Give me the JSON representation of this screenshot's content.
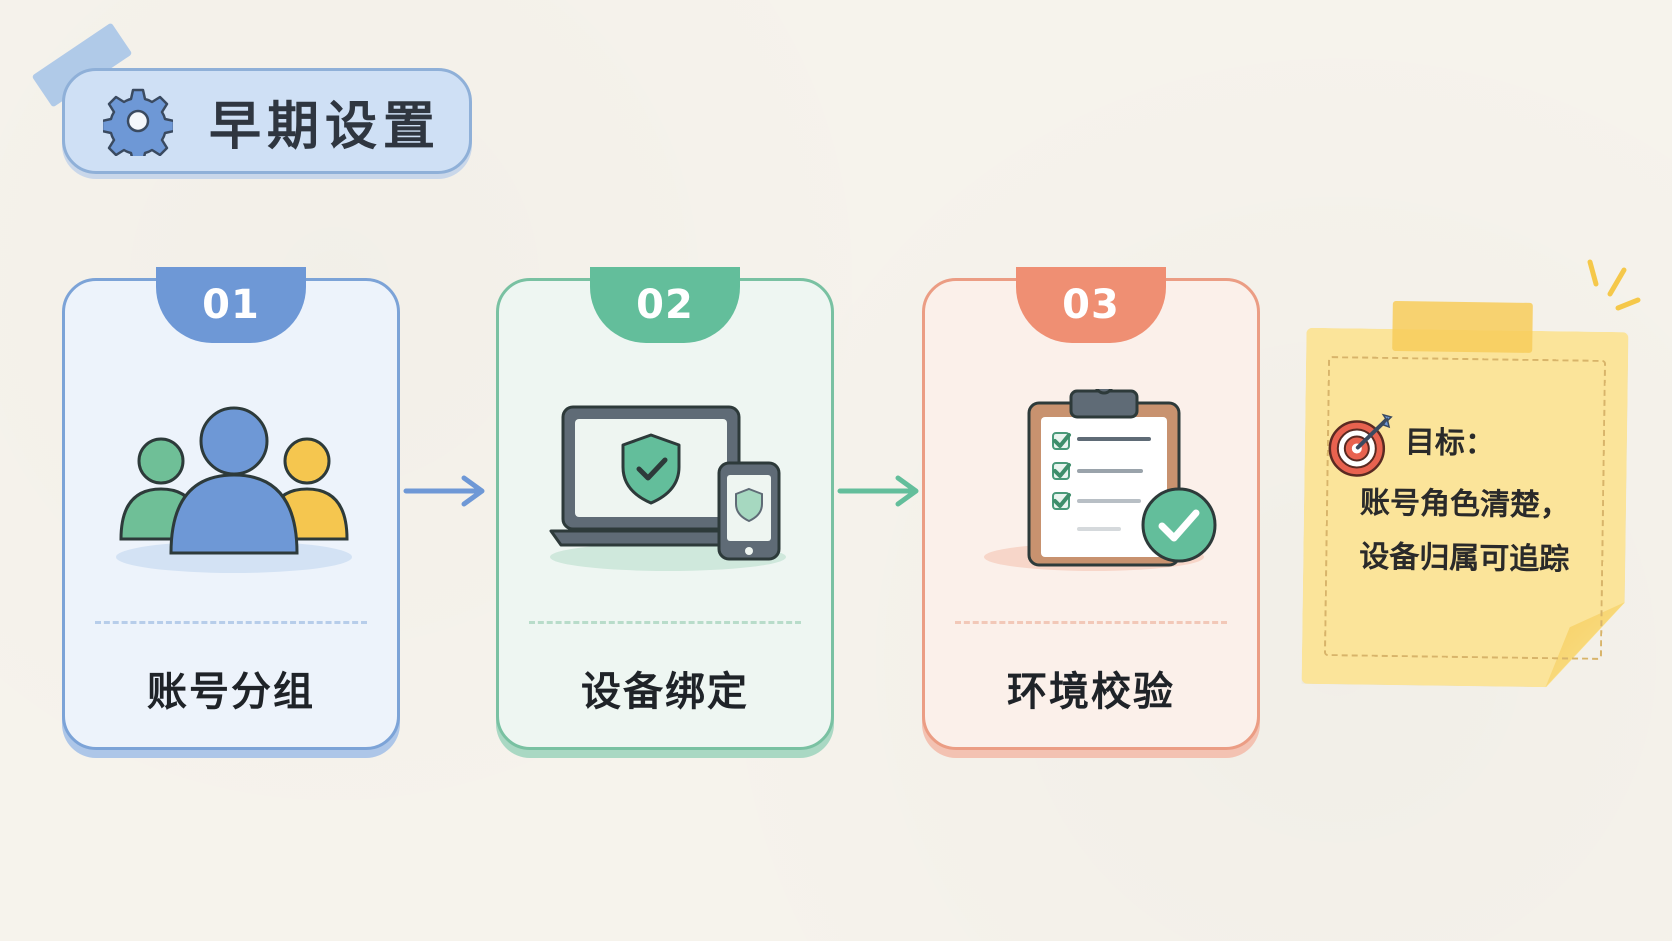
{
  "header": {
    "title": "早期设置",
    "icon": "gear-icon",
    "accent": "#cfe0f5"
  },
  "steps": [
    {
      "number": "01",
      "label": "账号分组",
      "icon": "user-group-icon",
      "color": "#6e98d6"
    },
    {
      "number": "02",
      "label": "设备绑定",
      "icon": "device-shield-icon",
      "color": "#63be9b"
    },
    {
      "number": "03",
      "label": "环境校验",
      "icon": "clipboard-check-icon",
      "color": "#ef8f73"
    }
  ],
  "note": {
    "heading": "目标：",
    "lines": [
      "账号角色清楚，",
      "设备归属可追踪"
    ],
    "icon": "target-icon",
    "color": "#fbe49a"
  }
}
